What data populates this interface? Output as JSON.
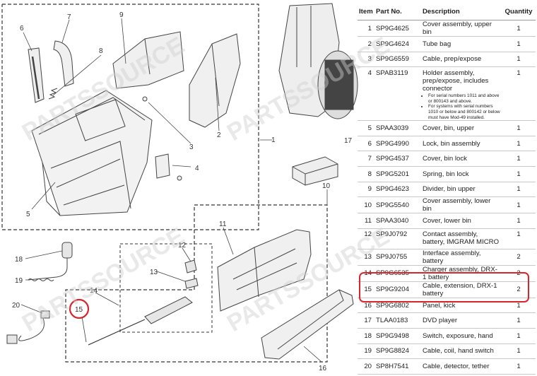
{
  "callouts": [
    "1",
    "2",
    "3",
    "4",
    "5",
    "6",
    "7",
    "8",
    "9",
    "10",
    "11",
    "12",
    "13",
    "14",
    "15",
    "16",
    "17",
    "18",
    "19",
    "20"
  ],
  "highlighted_callout": "15",
  "colors": {
    "highlight": "#d6262b",
    "watermark": "#cfcfcf",
    "line": "#333333"
  },
  "watermark_text": "PARTSSOURCE",
  "table": {
    "headers": {
      "item": "Item",
      "part": "Part No.",
      "desc": "Description",
      "qty": "Quantity"
    },
    "rows": [
      {
        "item": "1",
        "part": "SP9G4625",
        "desc": "Cover assembly, upper bin",
        "qty": "1"
      },
      {
        "item": "2",
        "part": "SP9G4624",
        "desc": "Tube bag",
        "qty": "1"
      },
      {
        "item": "3",
        "part": "SP9G6559",
        "desc": "Cable, prep/expose",
        "qty": "1"
      },
      {
        "item": "4",
        "part": "SPAB3119",
        "desc": "Holder assembly, prep/expose, includes connector",
        "qty": "1",
        "notes": [
          "For serial numbers 1011 and above or 800143 and above.",
          "For systems with serial numbers 1010 or below and 800142 or below must have Mod-49 installed."
        ]
      },
      {
        "item": "5",
        "part": "SPAA3039",
        "desc": "Cover, bin, upper",
        "qty": "1"
      },
      {
        "item": "6",
        "part": "SP9G4990",
        "desc": "Lock, bin assembly",
        "qty": "1"
      },
      {
        "item": "7",
        "part": "SP9G4537",
        "desc": "Cover, bin lock",
        "qty": "1"
      },
      {
        "item": "8",
        "part": "SP9G5201",
        "desc": "Spring, bin lock",
        "qty": "1"
      },
      {
        "item": "9",
        "part": "SP9G4623",
        "desc": "Divider, bin upper",
        "qty": "1"
      },
      {
        "item": "10",
        "part": "SP9G5540",
        "desc": "Cover assembly, lower bin",
        "qty": "1"
      },
      {
        "item": "11",
        "part": "SPAA3040",
        "desc": "Cover, lower bin",
        "qty": "1"
      },
      {
        "item": "12",
        "part": "SP9J0792",
        "desc": "Contact assembly, battery, IMGRAM MICRO",
        "qty": "1"
      },
      {
        "item": "13",
        "part": "SP9J0755",
        "desc": "Interface assembly, battery",
        "qty": "2"
      },
      {
        "item": "14",
        "part": "SP9G6535",
        "desc": "Charger assembly, DRX-1 battery",
        "qty": "2"
      },
      {
        "item": "15",
        "part": "SP9G9204",
        "desc": "Cable, extension, DRX-1 battery",
        "qty": "2"
      },
      {
        "item": "16",
        "part": "SP9G6802",
        "desc": "Panel, kick",
        "qty": "1"
      },
      {
        "item": "17",
        "part": "TLAA0183",
        "desc": "DVD player",
        "qty": "1"
      },
      {
        "item": "18",
        "part": "SP9G9498",
        "desc": "Switch, exposure, hand",
        "qty": "1"
      },
      {
        "item": "19",
        "part": "SP9G8824",
        "desc": "Cable, coil, hand switch",
        "qty": "1"
      },
      {
        "item": "20",
        "part": "SP8H7541",
        "desc": "Cable, detector, tether",
        "qty": "1"
      }
    ]
  }
}
